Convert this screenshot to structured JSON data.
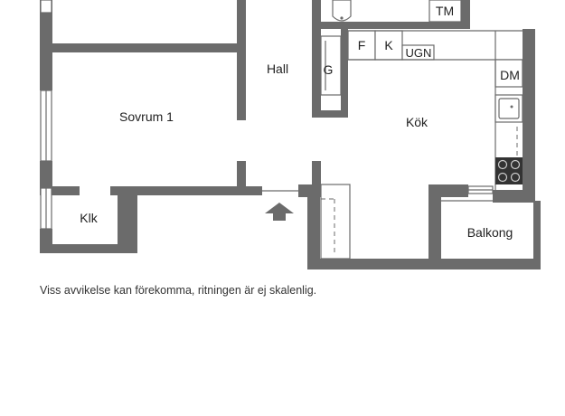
{
  "rooms": {
    "sovrum": "Sovrum 1",
    "hall": "Hall",
    "kok": "Kök",
    "klk": "Klk",
    "balkong": "Balkong"
  },
  "fixtures": {
    "tm": "TM",
    "f": "F",
    "k": "K",
    "ugn": "UGN",
    "g": "G",
    "dm": "DM"
  },
  "disclaimer": "Viss avvikelse kan förekomma, ritningen är ej skalenlig.",
  "colors": {
    "wall": "#6b6b6b",
    "background": "#ffffff"
  }
}
